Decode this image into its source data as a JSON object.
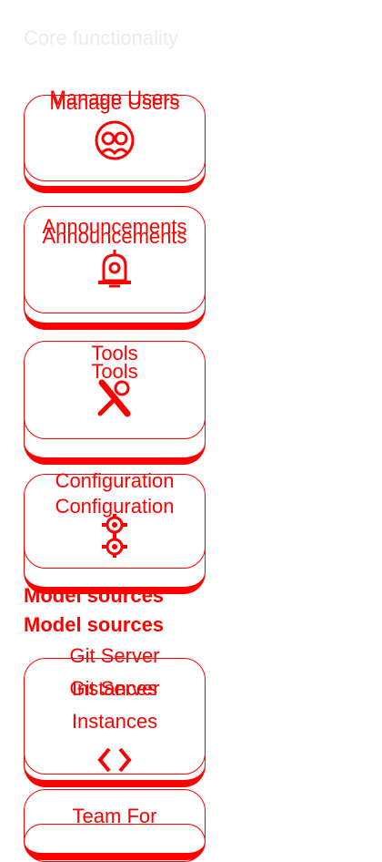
{
  "page": {
    "heading": "Core functionality"
  },
  "cards": [
    {
      "label": "Manage Users",
      "icon": "users-icon"
    },
    {
      "label": "Announcements",
      "icon": "bell-icon"
    },
    {
      "label": "Tools",
      "icon": "tools-icon"
    },
    {
      "label": "Configuration",
      "icon": "gear-icon"
    }
  ],
  "model_sources": {
    "heading": "Model sources",
    "cards": [
      {
        "label_line1": "Git Server",
        "label_line2": "Instances",
        "icon": "code-icon"
      },
      {
        "label": "Team For"
      }
    ]
  },
  "colors": {
    "accent": "#ff0000",
    "faint_heading": "#ececec"
  }
}
